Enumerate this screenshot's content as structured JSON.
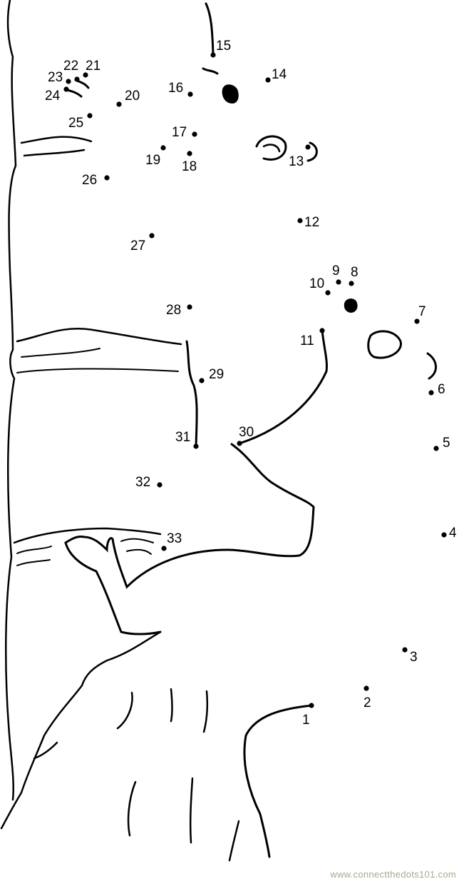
{
  "puzzle": {
    "dot_labels": [
      "1",
      "2",
      "3",
      "4",
      "5",
      "6",
      "7",
      "8",
      "9",
      "10",
      "11",
      "12",
      "13",
      "14",
      "15",
      "16",
      "17",
      "18",
      "19",
      "20",
      "21",
      "22",
      "23",
      "24",
      "25",
      "26",
      "27",
      "28",
      "29",
      "30",
      "31",
      "32",
      "33"
    ]
  },
  "watermark": "www.connectthedots101.com",
  "colors": {
    "ink": "#000000",
    "watermark": "#a8a890"
  }
}
